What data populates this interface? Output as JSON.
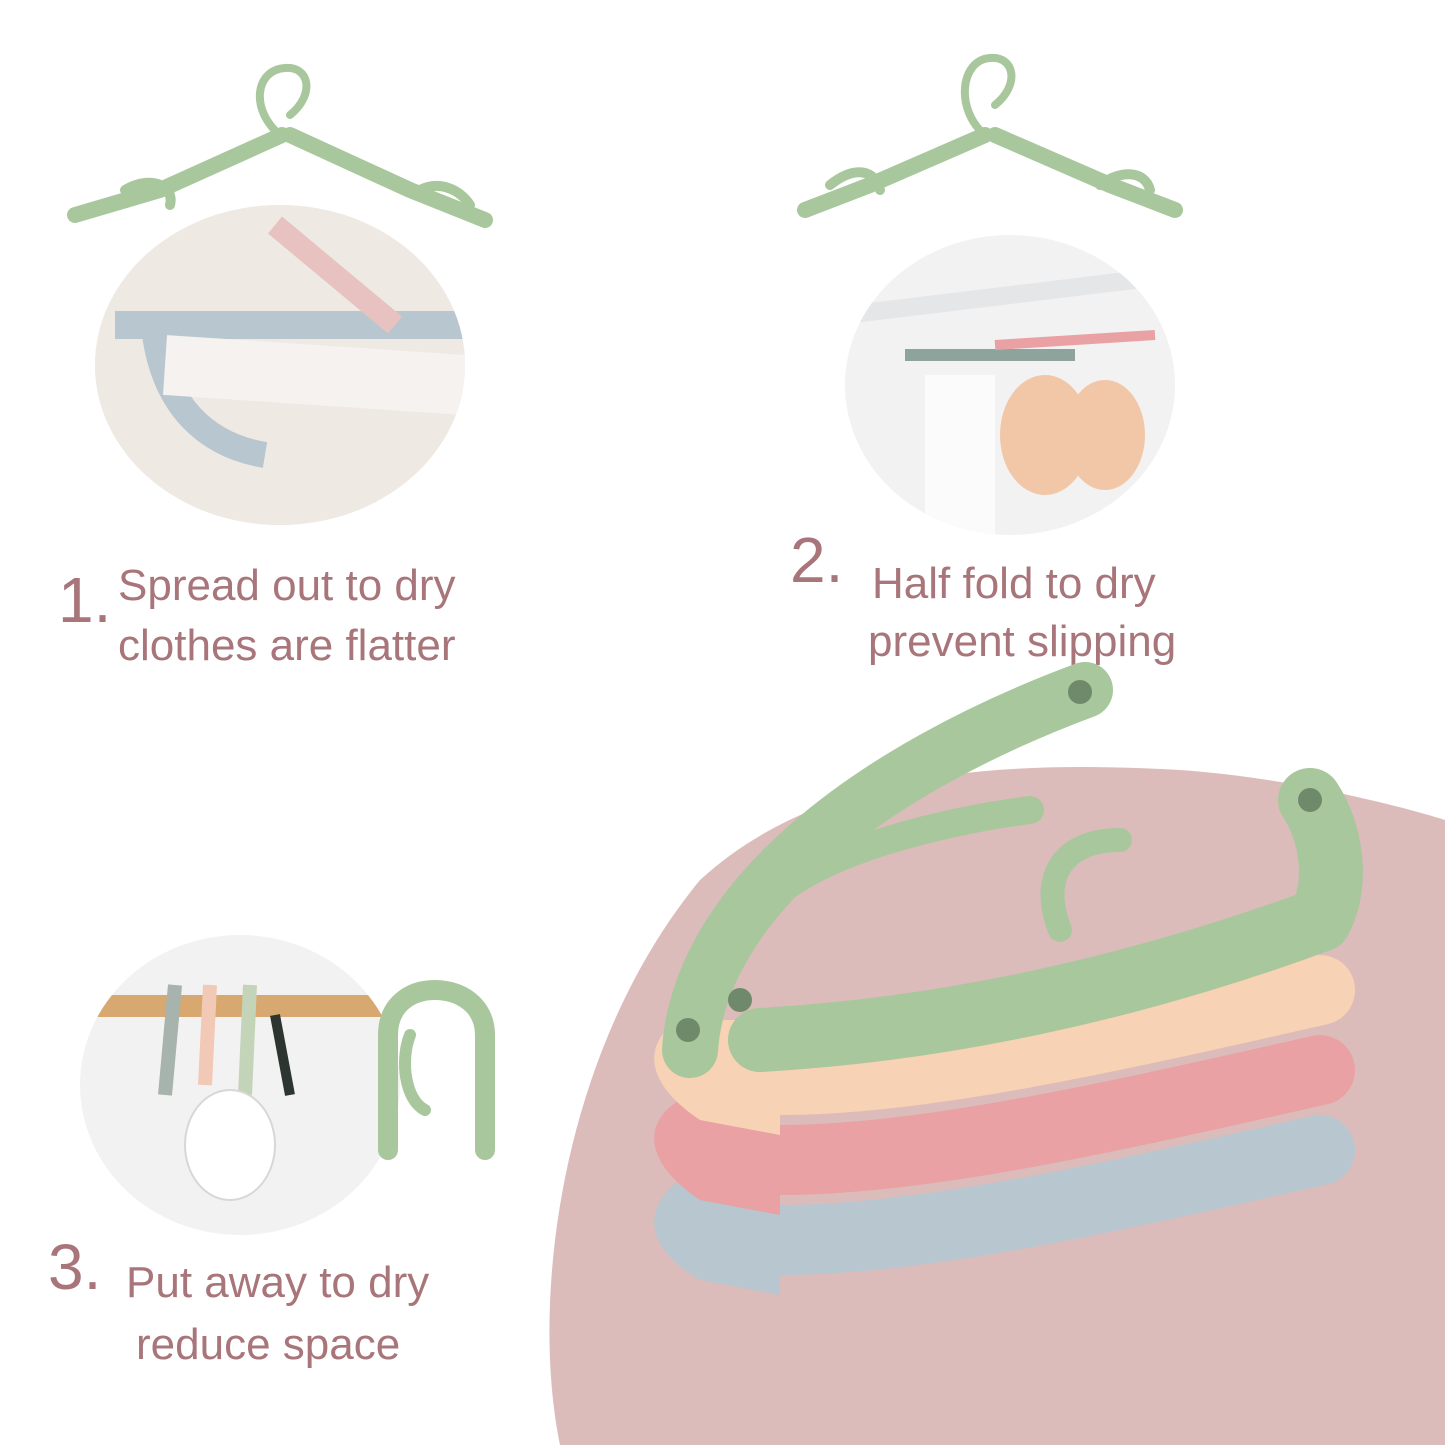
{
  "colors": {
    "text": "#a8767a",
    "blob": "#dcbcba",
    "hanger_green": "#a9c79d",
    "hanger_peach": "#f7d2b4",
    "hanger_pink": "#e9a1a4",
    "hanger_blue": "#b7c6cf"
  },
  "steps": [
    {
      "number": "1.",
      "line1": "Spread out to dry",
      "line2": "clothes are flatter"
    },
    {
      "number": "2.",
      "line1": "Half fold to dry",
      "line2": "prevent slipping"
    },
    {
      "number": "3.",
      "line1": "Put away to dry",
      "line2": "reduce space"
    }
  ]
}
